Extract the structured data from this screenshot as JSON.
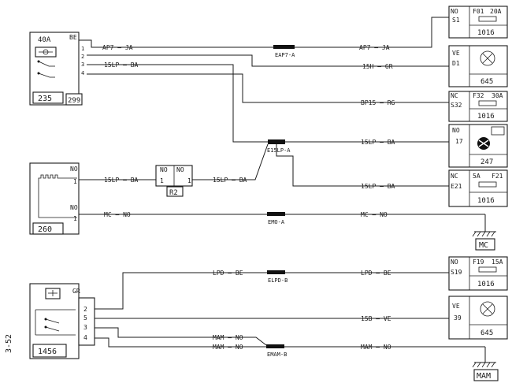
{
  "page_label": "3-52",
  "components": {
    "c235": {
      "id": "235",
      "pin_ref": "299",
      "fuse_label": "40A",
      "pin_top": "BE",
      "pins": [
        "1",
        "2",
        "3",
        "4"
      ]
    },
    "c260": {
      "id": "260",
      "pin_label_a": "NO",
      "pin_label_b": "NO",
      "pin_a": "1",
      "pin_b": "1"
    },
    "r2": {
      "id": "R2",
      "pin_label_a": "NO",
      "pin_label_b": "NO",
      "pin_a": "1",
      "pin_b": "1"
    },
    "c1456": {
      "id": "1456",
      "wire_color": "GR",
      "pins": [
        "2",
        "5",
        "3",
        "4"
      ]
    }
  },
  "connectors": {
    "eap7": "EAP7-A",
    "e15lp": "E15LP-A",
    "emo": "EMO-A",
    "elpd": "ELPD-B",
    "emam": "EMAM-B"
  },
  "right_devices": [
    {
      "ref": "S1",
      "pin_color": "NO",
      "fuse": "F01",
      "rating": "20A",
      "code": "1016"
    },
    {
      "ref": "D1",
      "pin_color": "VE",
      "code": "645"
    },
    {
      "ref": "S32",
      "pin_color": "NC",
      "fuse": "F32",
      "rating": "30A",
      "code": "1016"
    },
    {
      "ref": "17",
      "pin_color": "NO",
      "code": "247"
    },
    {
      "ref": "E21",
      "pin_color": "NC",
      "fuse": "F21",
      "rating": "5A",
      "code": "1016"
    },
    {
      "ref": "S19",
      "pin_color": "NO",
      "fuse": "F19",
      "rating": "15A",
      "code": "1016"
    },
    {
      "ref": "39",
      "pin_color": "VE",
      "code": "645"
    }
  ],
  "grounds": {
    "mc": "MC",
    "mam": "MAM"
  },
  "wire_labels": {
    "ap7_ja_left": "AP7 — JA",
    "ap7_ja_right": "AP7 — JA",
    "w15h_gr": "15H — GR",
    "bp15_rg": "BP15 — RG",
    "w15lp_ba_a": "15LP — BA",
    "w15lp_ba_b": "15LP — BA",
    "w15lp_ba_c": "15LP — BA",
    "w15lp_ba_d": "15LP — BA",
    "w15lp_ba_e": "15LP — BA",
    "mc_no_left": "MC — NO",
    "mc_no_right": "MC — NO",
    "lpd_be_left": "LPD — BE",
    "lpd_be_right": "LPD — BE",
    "w15b_ve": "15B — VE",
    "mam_no_a": "MAM — NO",
    "mam_no_b": "MAM — NO",
    "mam_no_right": "MAM — NO"
  }
}
